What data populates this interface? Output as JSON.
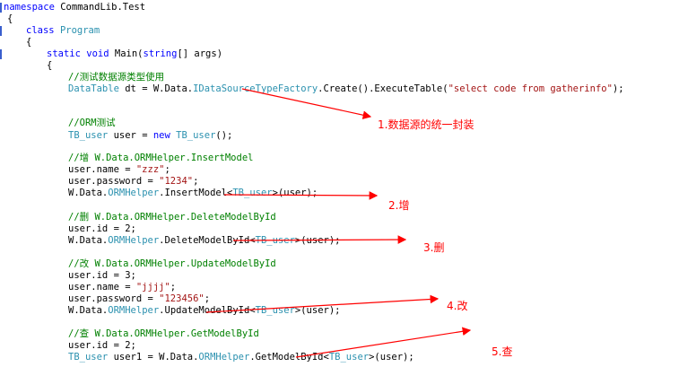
{
  "colors": {
    "keyword": "#0000ff",
    "type": "#2b91af",
    "comment": "#008000",
    "string": "#a31515",
    "annotation": "#ff0000"
  },
  "code": {
    "l01": {
      "a": "namespace",
      "b": " CommandLib.Test"
    },
    "l02": {
      "a": "{"
    },
    "l03": {
      "a": "class",
      "b": " ",
      "c": "Program"
    },
    "l04": {
      "a": "{"
    },
    "l05": {
      "a": "static",
      "b": " ",
      "c": "void",
      "d": " Main(",
      "e": "string",
      "f": "[] args)"
    },
    "l06": {
      "a": "{"
    },
    "l07": {
      "a": "//测试数据源类型使用"
    },
    "l08": {
      "a": "DataTable",
      "b": " dt = W.Data.",
      "c": "IDataSourceTypeFactory",
      "d": ".Create().ExecuteTable(",
      "e": "\"select code from gatherinfo\"",
      "f": ");"
    },
    "l09": {
      "a": "//ORM测试"
    },
    "l10": {
      "a": "TB_user",
      "b": " user = ",
      "c": "new",
      "d": " ",
      "e": "TB_user",
      "f": "();"
    },
    "l11": {
      "a": "//增 W.Data.ORMHelper.InsertModel"
    },
    "l12": {
      "a": "user.name = ",
      "b": "\"zzz\"",
      "c": ";"
    },
    "l13": {
      "a": "user.password = ",
      "b": "\"1234\"",
      "c": ";"
    },
    "l14": {
      "a": "W.Data.",
      "b": "ORMHelper",
      "c": ".InsertModel<",
      "d": "TB_user",
      "e": ">(user);"
    },
    "l15": {
      "a": "//删 W.Data.ORMHelper.DeleteModelById"
    },
    "l16": {
      "a": "user.id = 2;"
    },
    "l17": {
      "a": "W.Data.",
      "b": "ORMHelper",
      "c": ".DeleteModelById<",
      "d": "TB_user",
      "e": ">(user);"
    },
    "l18": {
      "a": "//改 W.Data.ORMHelper.UpdateModelById"
    },
    "l19": {
      "a": "user.id = 3;"
    },
    "l20": {
      "a": "user.name = ",
      "b": "\"jjjj\"",
      "c": ";"
    },
    "l21": {
      "a": "user.password = ",
      "b": "\"123456\"",
      "c": ";"
    },
    "l22": {
      "a": "W.Data.",
      "b": "ORMHelper",
      "c": ".UpdateModelById<",
      "d": "TB_user",
      "e": ">(user);"
    },
    "l23": {
      "a": "//查 W.Data.ORMHelper.GetModelById"
    },
    "l24": {
      "a": "user.id = 2;"
    },
    "l25": {
      "a": "TB_user",
      "b": " user1 = W.Data.",
      "c": "ORMHelper",
      "d": ".GetModelById<",
      "e": "TB_user",
      "f": ">(user);"
    }
  },
  "annotations": {
    "a1": "1.数据源的统一封装",
    "a2": "2.增",
    "a3": "3.删",
    "a4": "4.改",
    "a5": "5.查"
  }
}
